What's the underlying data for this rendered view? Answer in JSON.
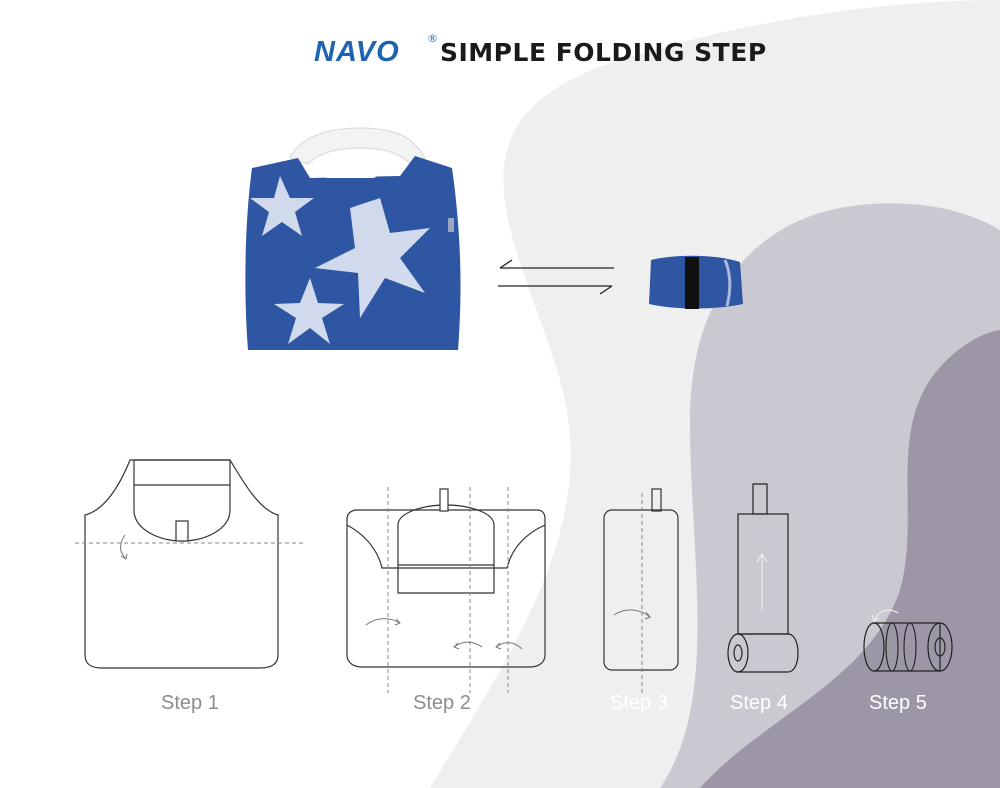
{
  "header": {
    "brand": "NAVO",
    "registered_mark": "®",
    "title": "SIMPLE FOLDING STEP"
  },
  "colors": {
    "brand_blue": "#1e63b3",
    "bag_blue": "#2f56a3",
    "label_gray": "#8c8c8c",
    "label_white": "#ffffff",
    "wave_light": "#efefef",
    "wave_mid": "#c9c8d0",
    "wave_dark": "#9e97a8"
  },
  "products": {
    "open_bag": "starfish-print-bag-open",
    "folded_bag": "starfish-print-bag-folded",
    "arrows": "bidirectional-arrows-icon"
  },
  "steps": [
    {
      "label": "Step 1"
    },
    {
      "label": "Step 2"
    },
    {
      "label": "Step 3"
    },
    {
      "label": "Step 4"
    },
    {
      "label": "Step 5"
    }
  ]
}
